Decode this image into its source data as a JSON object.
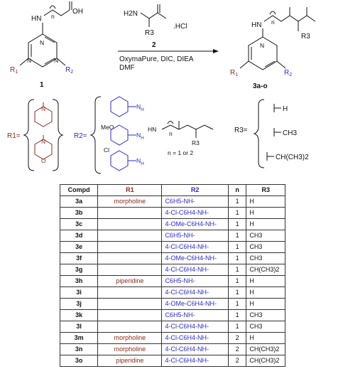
{
  "scheme": {
    "reactant1": {
      "label": "1",
      "nh": "HN",
      "oh": "OH",
      "n_sub": "n",
      "r1": "R",
      "r1_sub": "1",
      "r2": "R",
      "r2_sub": "2",
      "ring_n": "N"
    },
    "reactant2": {
      "label": "2",
      "h2n": "H2N",
      "r3": "R3",
      "salt": ".HCl"
    },
    "conditions": {
      "line1": "OxymaPure, DIC, DIEA",
      "line2": "DMF"
    },
    "product": {
      "label": "3a-o",
      "nh": "HN",
      "n_sub": "n",
      "r3": "R3"
    },
    "r1_def": {
      "label": "R1=",
      "atom_n": "N",
      "atom_o": "O"
    },
    "r2_def": {
      "label": "R2=",
      "meo": "MeO",
      "cl": "Cl",
      "n_sub": "n",
      "note": "n = 1 or 2",
      "hn": "HN",
      "r3": "R3",
      "nh": "N",
      "h": "H"
    },
    "r3_def": {
      "label": "R3=",
      "opt1": "H",
      "opt2": "CH3",
      "opt3": "CH(CH3)2"
    }
  },
  "table": {
    "headers": [
      "Compd",
      "R1",
      "R2",
      "n",
      "R3"
    ],
    "rows": [
      {
        "compd": "3a",
        "r1": "morpholine",
        "r2": "C6H5-NH-",
        "n": "1",
        "r3": "H"
      },
      {
        "compd": "3b",
        "r1": "",
        "r2": "4-Cl-C6H4-NH-",
        "n": "1",
        "r3": "H"
      },
      {
        "compd": "3c",
        "r1": "",
        "r2": "4-OMe-C6H4-NH-",
        "n": "1",
        "r3": "H"
      },
      {
        "compd": "3d",
        "r1": "",
        "r2": "C6H5-NH-",
        "n": "1",
        "r3": "CH3"
      },
      {
        "compd": "3e",
        "r1": "",
        "r2": "4-Cl-C6H4-NH-",
        "n": "1",
        "r3": "CH3"
      },
      {
        "compd": "3f",
        "r1": "",
        "r2": "4-OMe-C6H4-NH-",
        "n": "1",
        "r3": "CH3"
      },
      {
        "compd": "3g",
        "r1": "",
        "r2": "4-Cl-C6H4-NH-",
        "n": "1",
        "r3": "CH(CH3)2"
      },
      {
        "compd": "3h",
        "r1": "piperidine",
        "r2": "C6H5-NH-",
        "n": "1",
        "r3": "H"
      },
      {
        "compd": "3i",
        "r1": "",
        "r2": "4-Cl-C6H4-NH-",
        "n": "1",
        "r3": "H"
      },
      {
        "compd": "3j",
        "r1": "",
        "r2": "4-OMe-C6H4-NH-",
        "n": "1",
        "r3": "H"
      },
      {
        "compd": "3k",
        "r1": "",
        "r2": "C6H5-NH-",
        "n": "1",
        "r3": "CH3"
      },
      {
        "compd": "3l",
        "r1": "",
        "r2": "4-Cl-C6H4-NH-",
        "n": "1",
        "r3": "CH3"
      },
      {
        "compd": "3m",
        "r1": "morpholine",
        "r2": "4-Cl-C6H4-NH-",
        "n": "2",
        "r3": "H"
      },
      {
        "compd": "3n",
        "r1": "morpholine",
        "r2": "4-Cl-C6H4-NH-",
        "n": "2",
        "r3": "CH(CH3)2"
      },
      {
        "compd": "3o",
        "r1": "piperidine",
        "r2": "4-Cl-C6H4-NH-",
        "n": "2",
        "r3": "CH(CH3)2"
      }
    ]
  },
  "colors": {
    "r1": "#8b2a1a",
    "r2": "#2a2ad0",
    "line": "#111111"
  }
}
